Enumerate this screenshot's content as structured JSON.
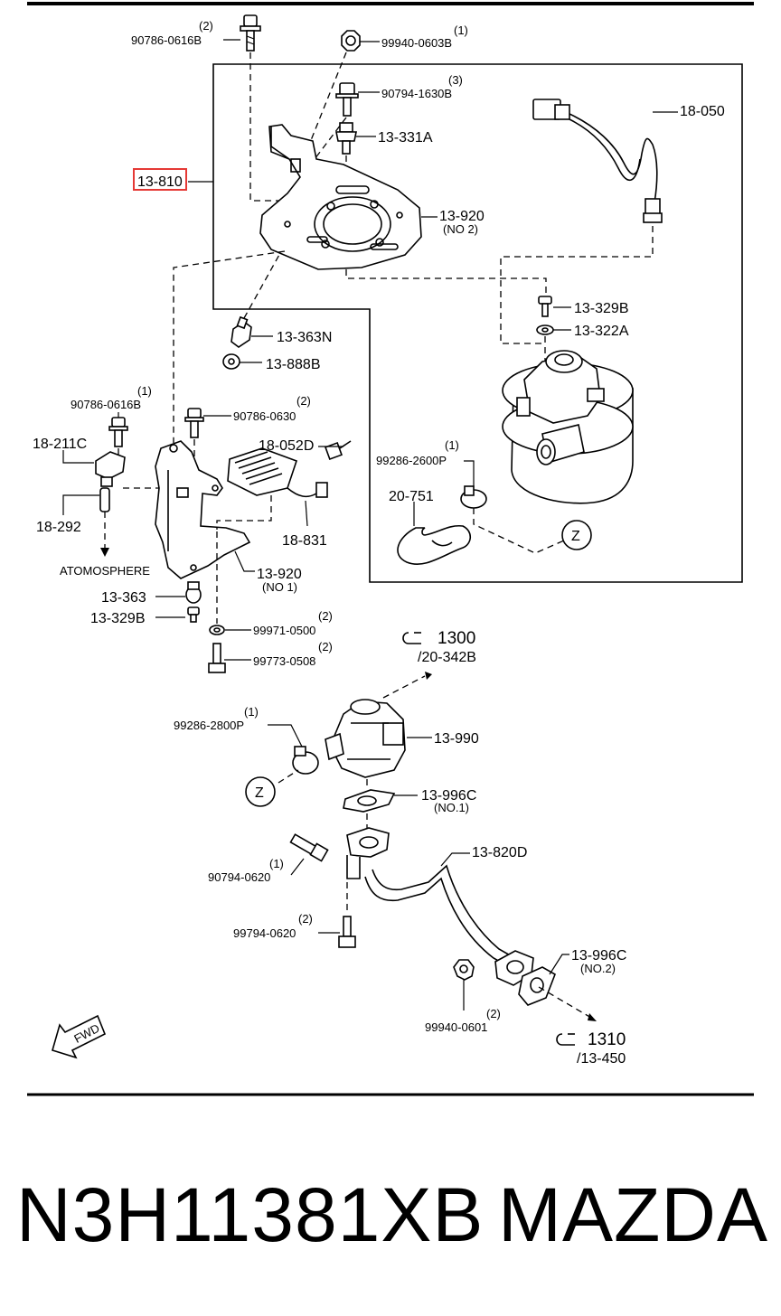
{
  "footer": {
    "part_number": "N3H11381XB",
    "brand": "MAZDA"
  },
  "labels": {
    "b_90786_0616B_top": "90786-0616B",
    "b_90786_0616B_top_qty": "(2)",
    "n_99940_0603B": "99940-0603B",
    "n_99940_0603B_qty": "(1)",
    "b_90794_1630B": "90794-1630B",
    "b_90794_1630B_qty": "(3)",
    "p_13_331A": "13-331A",
    "p_13_810": "13-810",
    "p_18_050": "18-050",
    "p_13_920_no2": "13-920",
    "p_13_920_no2_sub": "(NO 2)",
    "p_13_329B_top": "13-329B",
    "p_13_322A": "13-322A",
    "p_13_363N": "13-363N",
    "p_13_888B": "13-888B",
    "b_90786_0616B_mid": "90786-0616B",
    "b_90786_0616B_mid_qty": "(1)",
    "b_90786_0630": "90786-0630",
    "b_90786_0630_qty": "(2)",
    "p_18_211C": "18-211C",
    "p_18_052D": "18-052D",
    "c_99286_2600P": "99286-2600P",
    "c_99286_2600P_qty": "(1)",
    "p_18_292": "18-292",
    "p_20_751": "20-751",
    "p_18_831": "18-831",
    "atmosphere": "ATOMOSPHERE",
    "p_13_920_no1": "13-920",
    "p_13_920_no1_sub": "(NO 1)",
    "p_13_363": "13-363",
    "p_13_329B_bottom": "13-329B",
    "w_99971_0500": "99971-0500",
    "w_99971_0500_qty": "(2)",
    "b_99773_0508": "99773-0508",
    "b_99773_0508_qty": "(2)",
    "ref_1300": "1300",
    "ref_1300_sub": "/20-342B",
    "c_99286_2800P": "99286-2800P",
    "c_99286_2800P_qty": "(1)",
    "p_13_990": "13-990",
    "p_13_996C_no1": "13-996C",
    "p_13_996C_no1_sub": "(NO.1)",
    "p_13_820D": "13-820D",
    "b_90794_0620": "90794-0620",
    "b_90794_0620_qty": "(1)",
    "b_99794_0620": "99794-0620",
    "b_99794_0620_qty": "(2)",
    "p_13_996C_no2": "13-996C",
    "p_13_996C_no2_sub": "(NO.2)",
    "n_99940_0601": "99940-0601",
    "n_99940_0601_qty": "(2)",
    "ref_1310": "1310",
    "ref_1310_sub": "/13-450",
    "z_marker": "Z",
    "fwd": "FWD"
  },
  "colors": {
    "highlight": "#e53935",
    "ink": "#000000",
    "background": "#ffffff"
  }
}
